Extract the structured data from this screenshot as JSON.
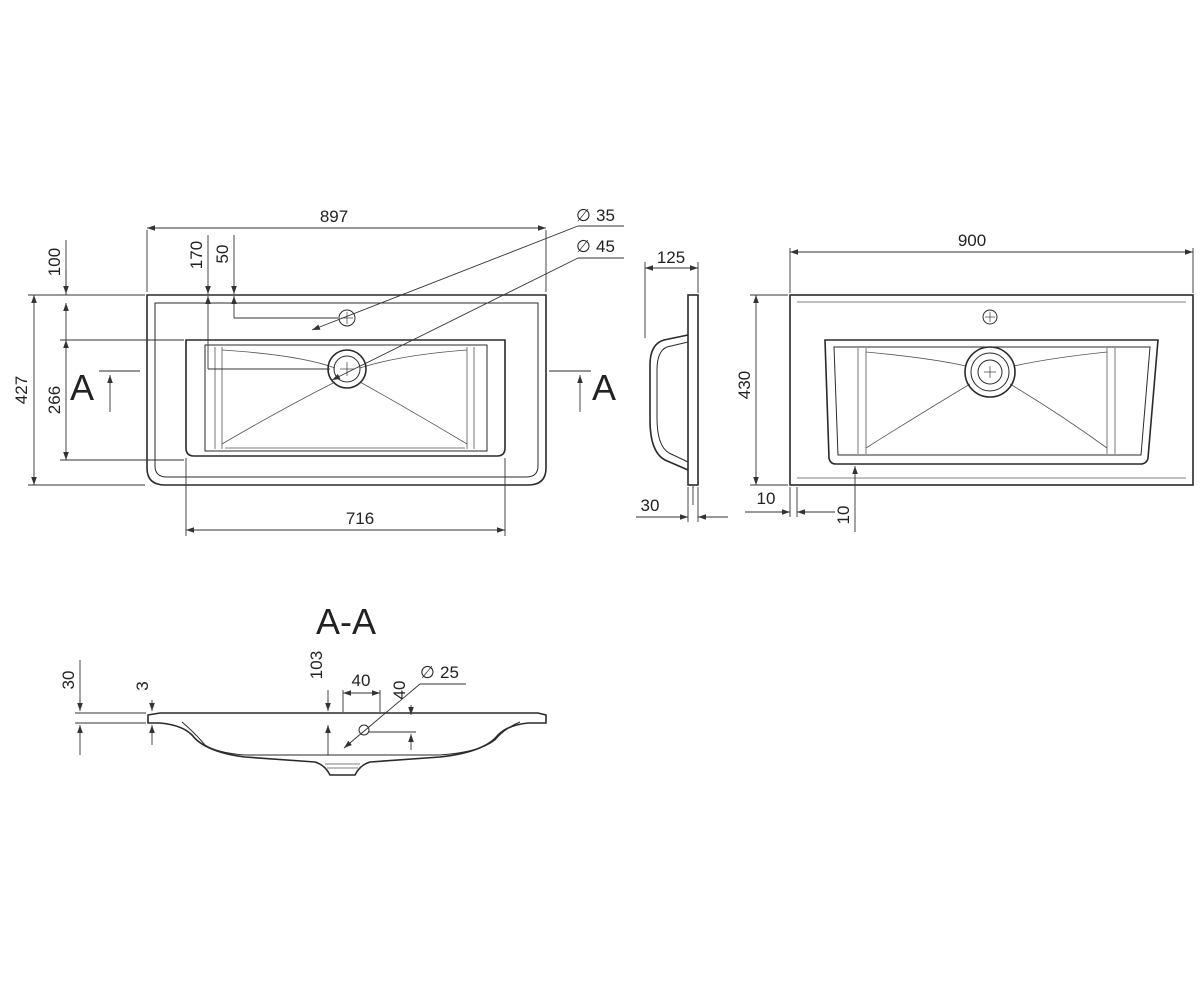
{
  "top_view": {
    "width_overall": "897",
    "depth_overall": "427",
    "bowl_width": "716",
    "bowl_depth": "266",
    "front_to_bowl": "100",
    "front_to_drain": "170",
    "front_to_tap": "50",
    "tap_hole_diameter": "35",
    "drain_diameter": "45",
    "section_mark_left": "A",
    "section_mark_right": "A"
  },
  "side_view": {
    "depth": "125",
    "thickness": "30"
  },
  "back_view": {
    "width": "900",
    "depth": "430",
    "offset_horizontal": "10",
    "offset_vertical": "10"
  },
  "section_view": {
    "title": "A-A",
    "rim_height": "30",
    "rim_thickness": "3",
    "bowl_depth": "103",
    "drain_offset": "40",
    "overflow_height": "40",
    "overflow_diameter": "25"
  },
  "symbols": {
    "diameter": "∅"
  }
}
